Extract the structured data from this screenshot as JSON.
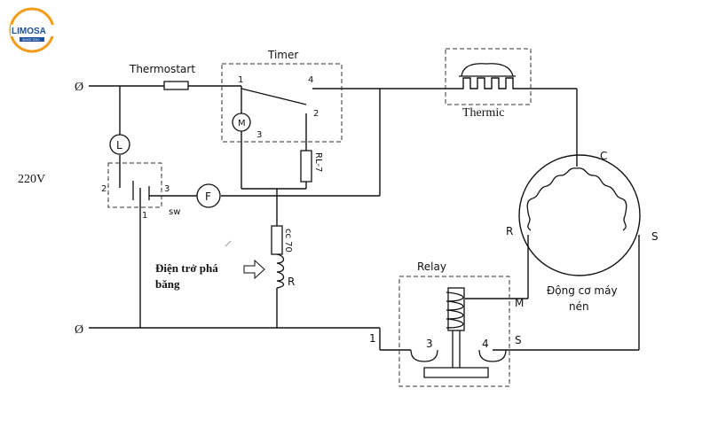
{
  "logo": {
    "text": "LIMOSA",
    "tagline": "SINCE 2010",
    "primary_color": "#1a4f9c",
    "accent_color": "#f39c1a"
  },
  "labels": {
    "supply_voltage": "220V",
    "thermostart": "Thermostart",
    "timer": "Timer",
    "thermic": "Thermic",
    "relay": "Relay",
    "sw": "sw",
    "lamp": "L",
    "fan": "F",
    "timer_motor": "M",
    "rl7": "RL-7",
    "cc70": "cc 70",
    "defrost_heater": [
      "Điện trở phá",
      "băng"
    ],
    "heater_r": "R",
    "motor": [
      "Động cơ máy",
      "nén"
    ],
    "motor_c": "C",
    "motor_r": "R",
    "motor_s": "S",
    "relay_m": "M",
    "relay_s": "S",
    "terminal_symbol": "Ø",
    "timer_pin_1": "1",
    "timer_pin_2": "2",
    "timer_pin_3": "3",
    "timer_pin_4": "4",
    "sw_pin_1": "1",
    "sw_pin_2": "2",
    "sw_pin_3": "3",
    "relay_pin_1": "1",
    "relay_pin_3": "3",
    "relay_pin_4": "4"
  }
}
